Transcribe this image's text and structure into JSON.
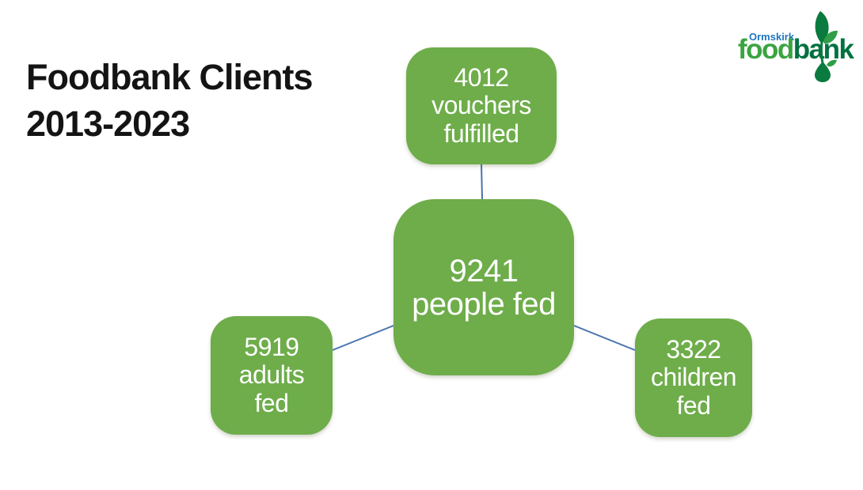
{
  "slide": {
    "title_line1": "Foodbank Clients",
    "title_line2": "2013-2023"
  },
  "logo": {
    "town": "Ormskirk",
    "brand_part1": "food",
    "brand_part2": "bank",
    "icon": "seedling-and-droplet"
  },
  "diagram": {
    "type": "radial",
    "center": {
      "value": "9241",
      "label": "people fed"
    },
    "top": {
      "value": "4012",
      "label": "vouchers fulfilled"
    },
    "left": {
      "value": "5919",
      "label": "adults fed"
    },
    "right": {
      "value": "3322",
      "label": "children fed"
    }
  },
  "colors": {
    "node_fill": "#6ead4a",
    "node_text": "#ffffff",
    "connector": "#4a73ad",
    "title_text": "#141414",
    "logo_town_blue": "#2176c0",
    "logo_food_green": "#3ba441",
    "logo_bank_green": "#007140",
    "background": "#ffffff"
  }
}
